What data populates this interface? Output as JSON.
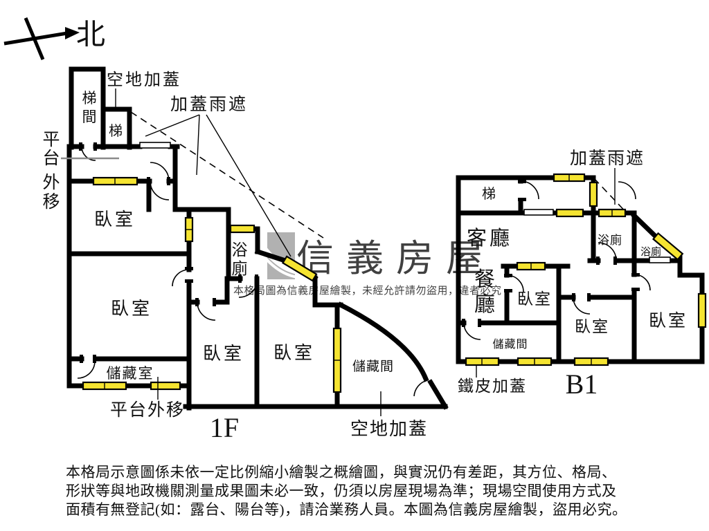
{
  "compass": {
    "north": "北"
  },
  "floor_1f": {
    "floor_label": "1F",
    "rooms": {
      "stairwell": "梯間",
      "stairs": "梯",
      "bedroom": "臥室",
      "bathroom": "浴廁",
      "storage_room": "儲藏室",
      "storage": "儲藏間"
    },
    "annotations": {
      "vacant_lot_cover_top": "空地加蓋",
      "rain_canopy": "加蓋雨遮",
      "platform_shift_left": "平台外移",
      "platform_shift_bottom": "平台外移",
      "vacant_lot_cover_bottom": "空地加蓋"
    }
  },
  "floor_b1": {
    "floor_label": "B1",
    "rooms": {
      "stairs": "梯",
      "living_room": "客廳",
      "dining_room": "餐廳",
      "bathroom": "浴廁",
      "bedroom": "臥室",
      "storage": "儲藏間"
    },
    "annotations": {
      "rain_canopy": "加蓋雨遮",
      "metal_roof_cover": "鐵皮加蓋"
    }
  },
  "watermark": {
    "brand": "信義房屋",
    "notice": "本格局圖為信義房屋繪製，未經允許請勿盜用，違者必究"
  },
  "disclaimer": {
    "line1": "本格局示意圖係未依一定比例縮小繪製之概繪圖，與實況仍有差距，其方位、格局、",
    "line2": "形狀等與地政機關測量成果圖未必一致，仍須以房屋現場為準；現場空間使用方式及",
    "line3": "面積有無登記(如：露台、陽台等)，請洽業務人員。本圖為信義房屋繪製，盜用必究。"
  },
  "colors": {
    "wall": "#000000",
    "window_fill": "#f5e431",
    "watermark_gray": "#b5b5b5"
  }
}
